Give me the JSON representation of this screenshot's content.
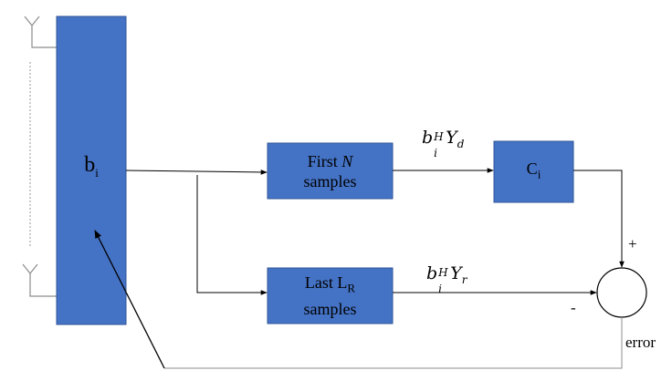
{
  "blocks": {
    "beamformer": {
      "base": "b",
      "sub": "i"
    },
    "first": {
      "line1_a": "First ",
      "line1_var": "N",
      "line2": "samples"
    },
    "last": {
      "line1_a": "Last L",
      "line1_sub": "R",
      "line2": "samples"
    },
    "channel": {
      "base": "C",
      "sub": "i"
    }
  },
  "signals": {
    "desired": {
      "b": "b",
      "b_sub": "i",
      "b_sup": "H",
      "y": "Y",
      "y_sub": "d"
    },
    "reference": {
      "b": "b",
      "b_sub": "i",
      "b_sup": "H",
      "y": "Y",
      "y_sub": "r"
    }
  },
  "summer": {
    "plus": "+",
    "minus": "-"
  },
  "feedback": {
    "label": "error"
  },
  "colors": {
    "block_fill": "#4472C4",
    "block_stroke": "#2F5597",
    "line": "#000000",
    "antenna": "#8c8c8c"
  }
}
